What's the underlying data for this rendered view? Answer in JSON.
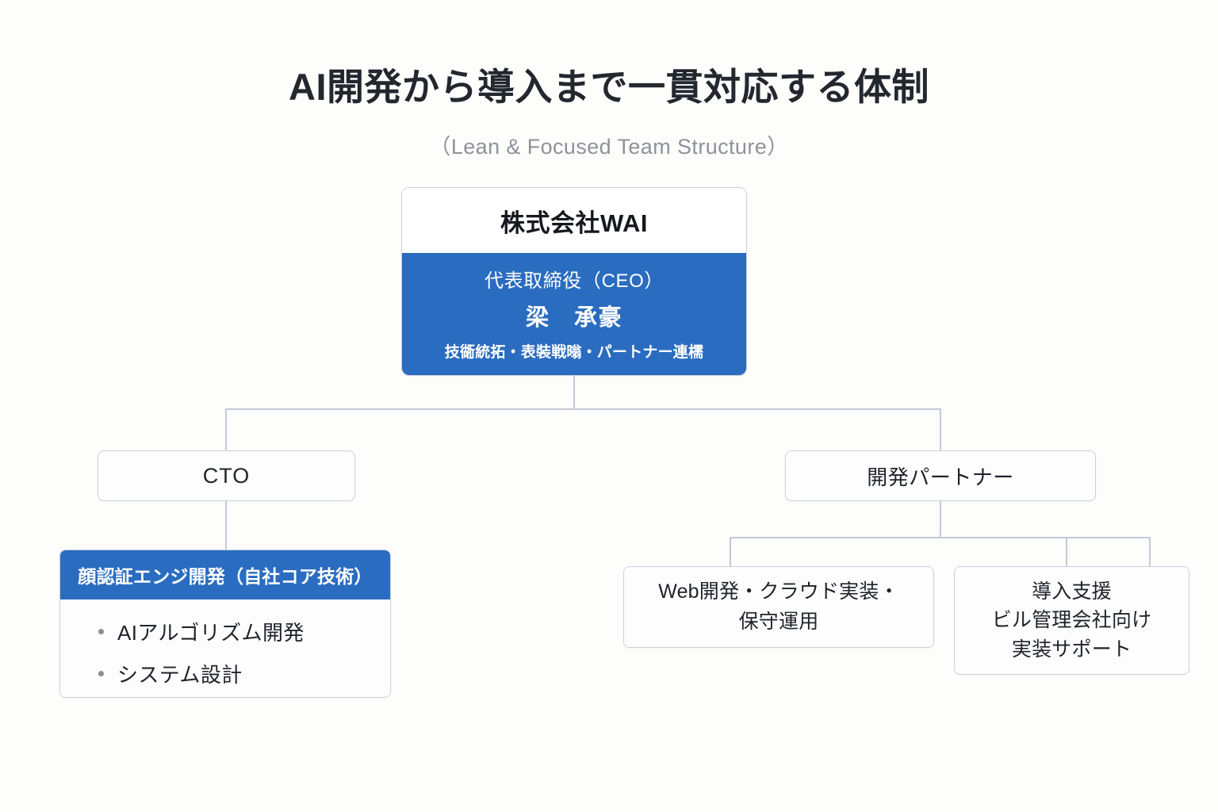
{
  "header": {
    "title": "AI開発から導入まで一貫対応する体制",
    "subtitle": "（Lean & Focused Team Structure）"
  },
  "colors": {
    "accent_blue": "#2a6cc0",
    "connector_gray": "#c3cad5",
    "card_border": "#ccd2dc",
    "background": "#fdfdfc",
    "title_text": "#23272e",
    "subtitle_text": "#8e9299"
  },
  "chart_data": {
    "type": "org-chart",
    "root": "株式会社WAI",
    "levels": 3
  },
  "org": {
    "root": {
      "company": "株式会社WAI",
      "role": "代表取締役（CEO）",
      "name": "梁　承豪",
      "duties": "技衚統拓・表裝戦暡・パートナー連檽"
    },
    "branches": [
      {
        "label": "CTO",
        "children": [
          {
            "header": "顔認証エンジ開発（自社コア技術）",
            "bullets": [
              "AIアルゴリズム開発",
              "システム設計"
            ]
          }
        ]
      },
      {
        "label": "開発パートナー",
        "children": [
          {
            "lines": [
              "Web開発・クラウド実装・",
              "保守運用"
            ]
          },
          {
            "lines": [
              "導入支援",
              "ビル管理会社向け",
              "実装サポート"
            ]
          }
        ]
      }
    ]
  }
}
